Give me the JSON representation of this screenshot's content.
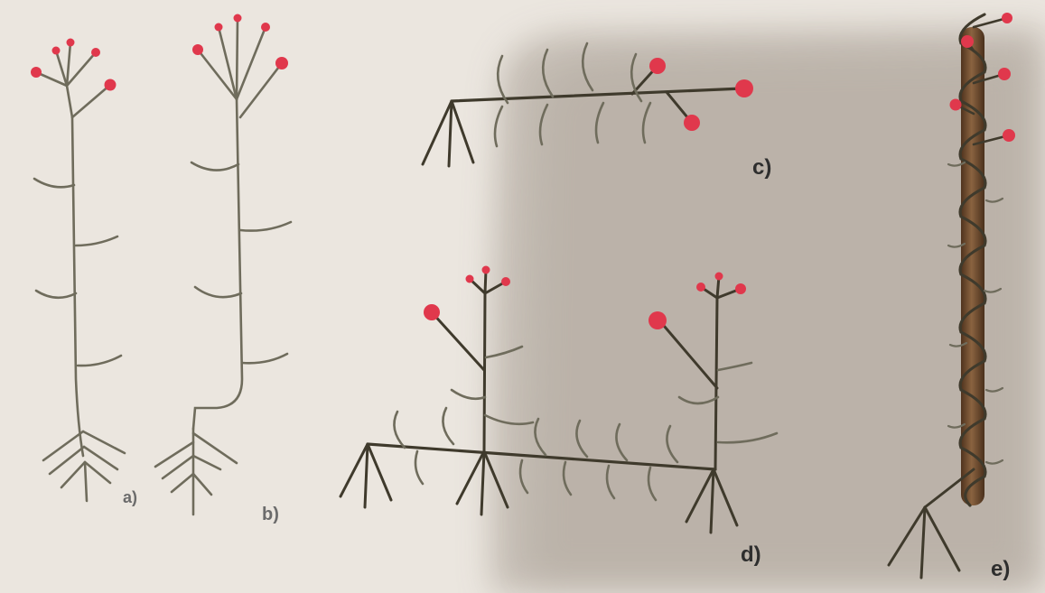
{
  "labels": {
    "a": "a)",
    "b": "b)",
    "c": "c)",
    "d": "d)",
    "e": "e)"
  },
  "colors": {
    "paper": "#ebe6df",
    "shadow": "#bdb5ac",
    "stem": "#6f6c5c",
    "stem_dark": "#3f3a2c",
    "berry": "#e0384c",
    "stake": "#6e4a2d",
    "label": "#6b6b6b"
  },
  "icons": [
    "berry-icon",
    "root-icon",
    "stake-icon"
  ]
}
